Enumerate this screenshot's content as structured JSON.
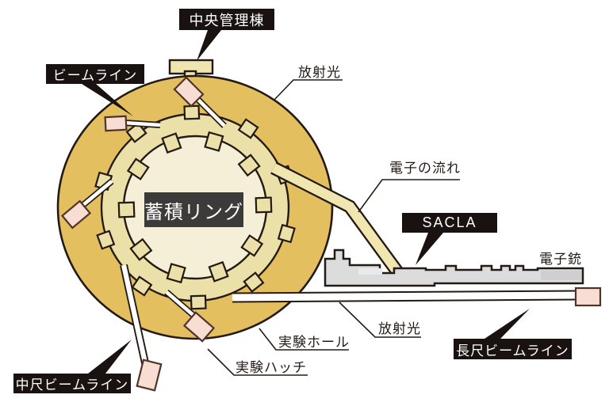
{
  "labels": {
    "central_building": "中央管理棟",
    "beamline": "ビームライン",
    "radiation_top": "放射光",
    "electron_flow": "電子の流れ",
    "sacla": "SACLA",
    "electron_gun": "電子銃",
    "storage_ring": "蓄積リング",
    "experimental_hall": "実験ホール",
    "experimental_hutch": "実験ハッチ",
    "radiation_bottom": "放射光",
    "long_beamline": "長尺ビームライン",
    "medium_beamline": "中尺ビームライン"
  },
  "colors": {
    "site_gold": "#e4bf60",
    "ring_band": "#ebe0a8",
    "ring_inner": "#f5efd8",
    "endstation_pink": "#f8ddd2",
    "building_gray": "#dcdcdd",
    "outline": "#241a15",
    "label_box": "#191210",
    "storage_ring_box": "#3d3b3a"
  }
}
